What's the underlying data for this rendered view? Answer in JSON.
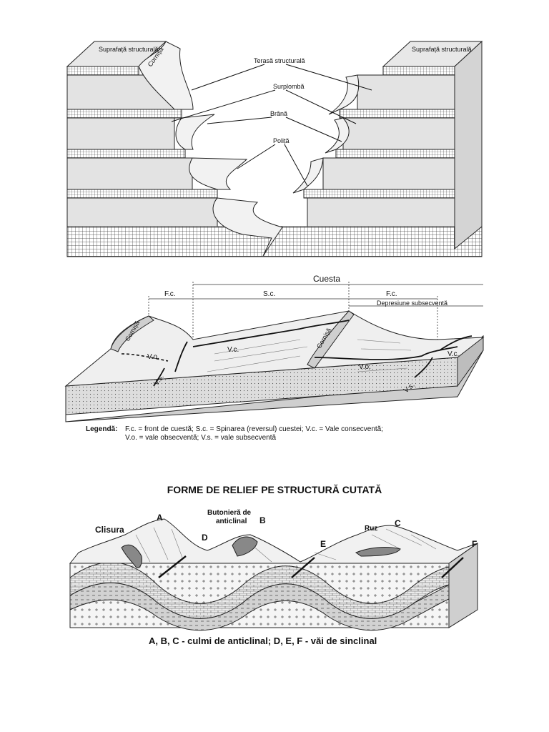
{
  "panel1": {
    "labels": {
      "surface_left": "Suprafață structurală",
      "surface_right": "Suprafață structurală",
      "cornisa": "Cornișă",
      "terasa": "Terasă structurală",
      "surplomba": "Surplombă",
      "brana": "Brână",
      "polita": "Poliță"
    }
  },
  "panel2": {
    "labels": {
      "cuesta": "Cuesta",
      "fc_left": "F.c.",
      "sc": "S.c.",
      "fc_right": "F.c.",
      "depresiune": "Depresiune subsecventă",
      "cornisa_left": "Cornișă",
      "cornisa_right": "Cornișă",
      "vo_left": "V.o.",
      "vs_left": "V.s.",
      "vc_mid": "V.c.",
      "vo_right": "V.o.",
      "vs_right": "V.s.",
      "vc_right": "V.c."
    },
    "legend": {
      "heading": "Legendă:",
      "line1": "F.c. = front de cuestă; S.c. = Spinarea (reversul) cuestei; V.c. = Vale consecventă;",
      "line2": "V.o. = vale obsecventă; V.s. = vale subsecventă"
    }
  },
  "panel3": {
    "title": "FORME DE RELIEF PE STRUCTURĂ CUTATĂ",
    "labels": {
      "clisura": "Clisura",
      "a": "A",
      "butoniera": "Butonieră de",
      "butoniera2": "anticlinal",
      "b": "B",
      "d": "D",
      "e": "E",
      "ruz": "Ruz",
      "c": "C",
      "f": "F"
    },
    "caption": "A, B, C - culmi de anticlinal; D, E, F - văi de sinclinal"
  }
}
